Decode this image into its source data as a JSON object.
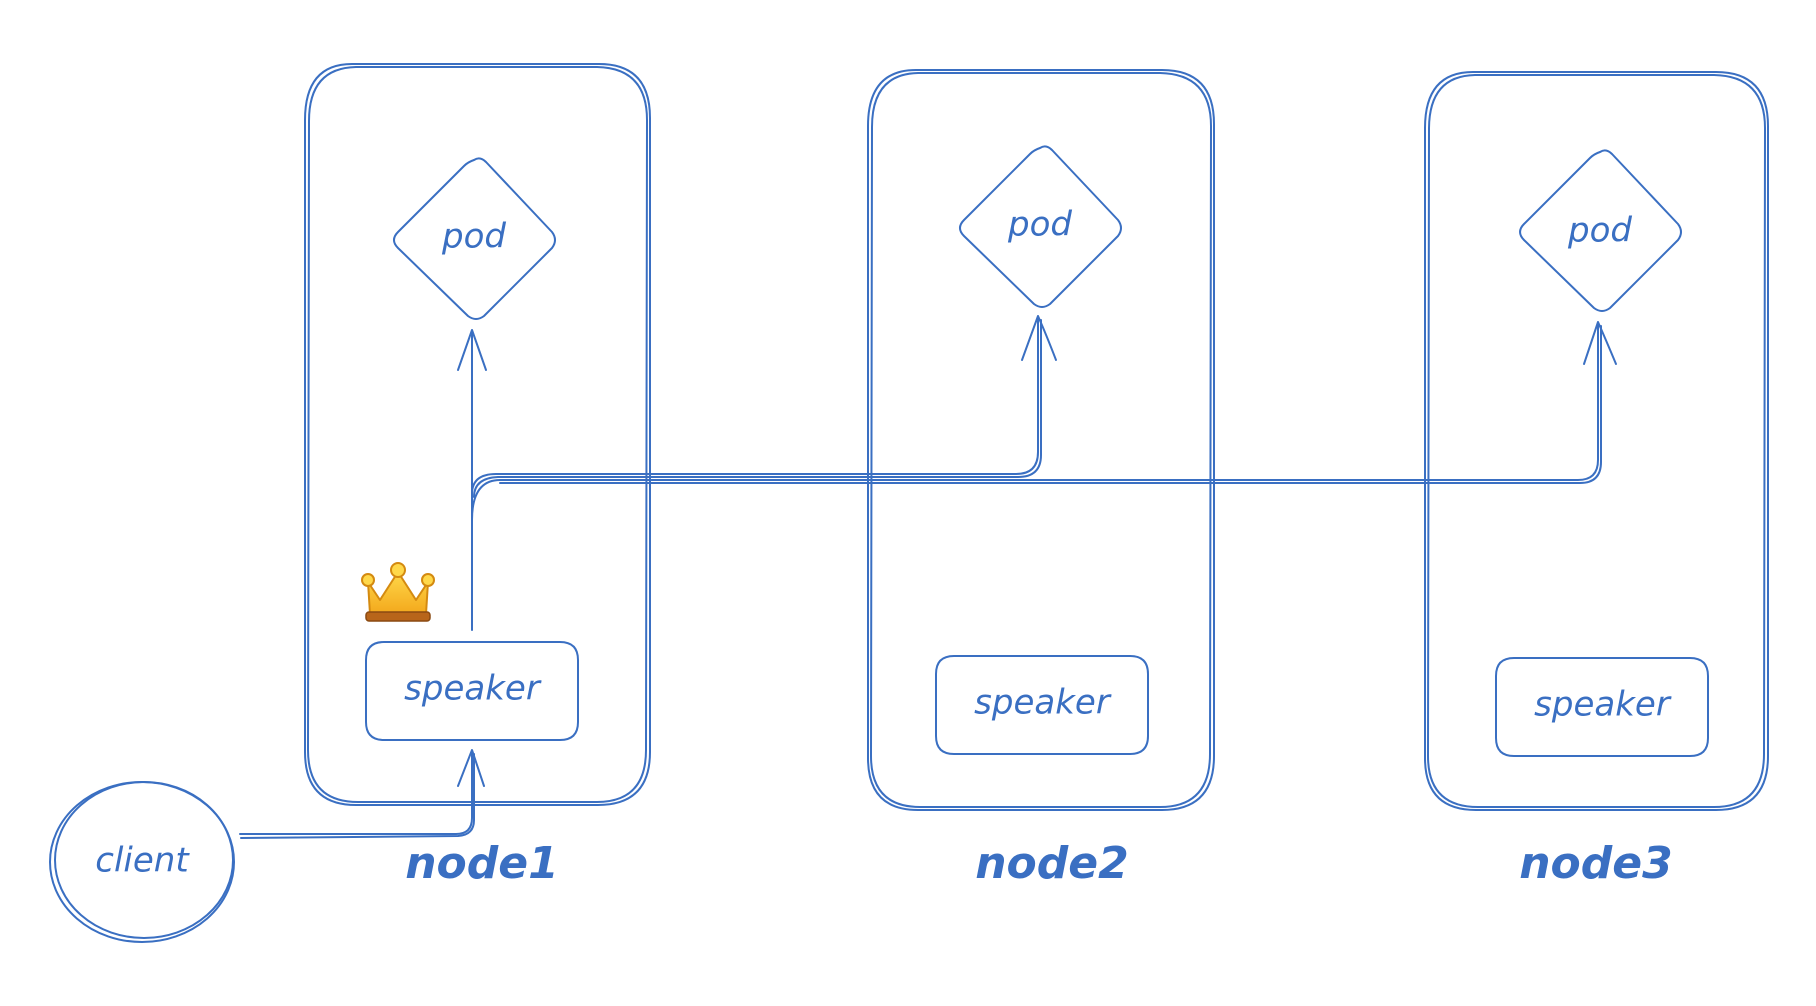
{
  "diagram": {
    "stroke_color": "#3a6fc2",
    "nodes": [
      {
        "label": "node1",
        "pod_label": "pod",
        "speaker_label": "speaker",
        "leader": true
      },
      {
        "label": "node2",
        "pod_label": "pod",
        "speaker_label": "speaker",
        "leader": false
      },
      {
        "label": "node3",
        "pod_label": "pod",
        "speaker_label": "speaker",
        "leader": false
      }
    ],
    "client": {
      "label": "client"
    },
    "leader_icon": "crown-icon"
  }
}
